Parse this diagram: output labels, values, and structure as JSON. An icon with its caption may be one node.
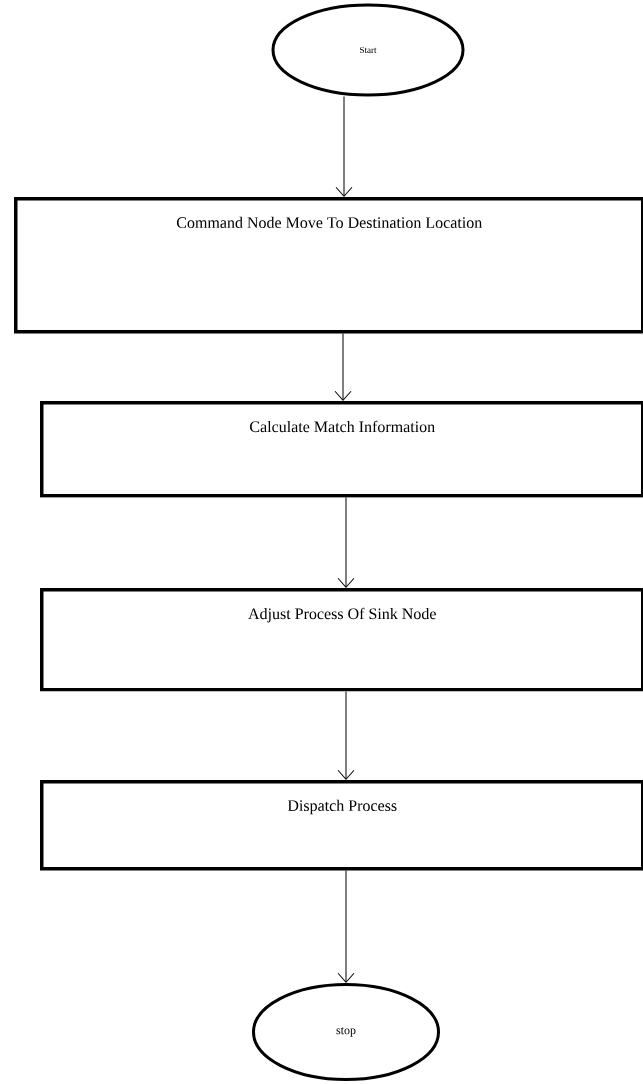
{
  "diagram": {
    "nodes": [
      {
        "text": [
          "Start"
        ]
      },
      {
        "text": [
          "Command Node Move To Destination Location"
        ]
      },
      {
        "text": [
          "Calculate Match Information"
        ]
      },
      {
        "text": [
          "Adjust Process Of Sink Node"
        ]
      },
      {
        "text": [
          "Dispatch Process"
        ]
      },
      {
        "text": [
          "stop"
        ]
      }
    ],
    "edges": [
      {
        "from": 0,
        "to": 1,
        "arrow": "to"
      },
      {
        "from": 1,
        "to": 2,
        "arrow": "to"
      },
      {
        "from": 2,
        "to": 3,
        "arrow": "to"
      },
      {
        "from": 3,
        "to": 4,
        "arrow": "to"
      },
      {
        "from": 4,
        "to": 5,
        "arrow": "to"
      }
    ]
  }
}
